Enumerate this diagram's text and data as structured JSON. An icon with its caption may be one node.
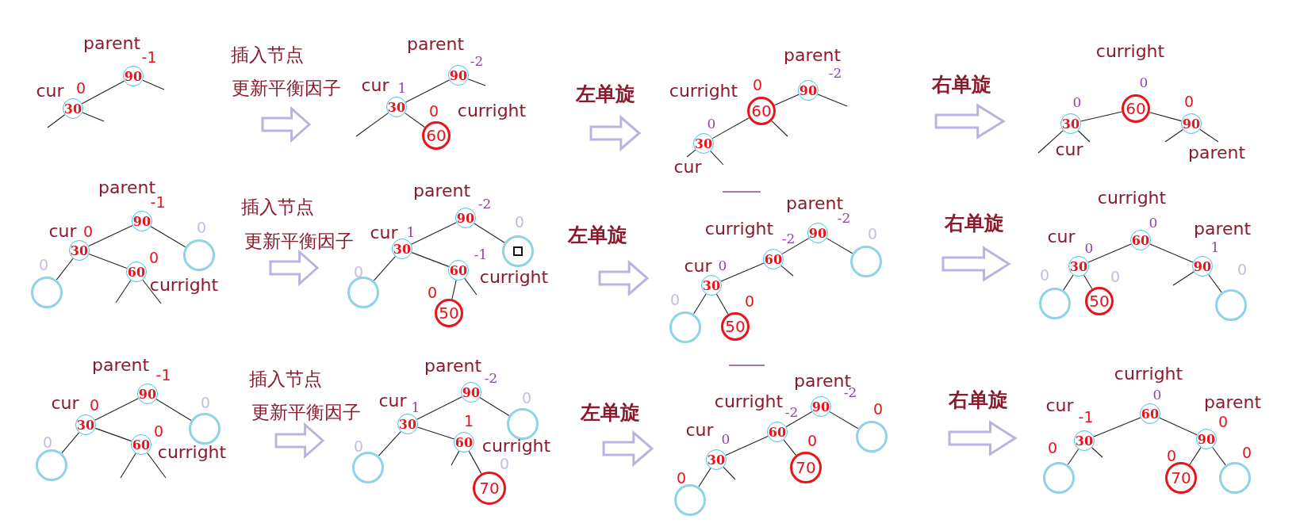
{
  "diagram": {
    "nodes": [
      {
        "text": [
          "90"
        ],
        "beside": [
          "parent",
          "-1"
        ]
      },
      {
        "text": [
          "30"
        ],
        "beside": [
          "cur",
          "0"
        ]
      },
      {
        "text": [
          "90"
        ],
        "beside": [
          "parent",
          "-2"
        ]
      },
      {
        "text": [
          "30"
        ],
        "beside": [
          "cur",
          "1"
        ]
      },
      {
        "text": [
          "60"
        ],
        "beside": [
          "0",
          "curright"
        ]
      },
      {
        "text": [
          "90"
        ],
        "beside": [
          "parent",
          "-2"
        ]
      },
      {
        "text": [
          "60"
        ],
        "beside": [
          "curright",
          "0"
        ]
      },
      {
        "text": [
          "30"
        ],
        "beside": [
          "0",
          "cur"
        ]
      },
      {
        "text": [
          "60"
        ],
        "beside": [
          "curright",
          "0"
        ]
      },
      {
        "text": [
          "30"
        ],
        "beside": [
          "0",
          "cur"
        ]
      },
      {
        "text": [
          "90"
        ],
        "beside": [
          "0",
          "parent"
        ]
      },
      {
        "text": [
          "90"
        ],
        "beside": [
          "parent",
          "-1"
        ]
      },
      {
        "text": [
          "30"
        ],
        "beside": [
          "cur",
          "0"
        ]
      },
      {
        "text": [],
        "shape": "circle",
        "beside": [
          "0"
        ]
      },
      {
        "text": [],
        "shape": "circle",
        "beside": [
          "0"
        ]
      },
      {
        "text": [
          "60"
        ],
        "beside": [
          "0",
          "curright"
        ]
      },
      {
        "text": [
          "90"
        ],
        "beside": [
          "parent",
          "-2"
        ]
      },
      {
        "text": [
          "30"
        ],
        "beside": [
          "cur",
          "1"
        ]
      },
      {
        "text": [],
        "shape": "circle",
        "beside": [
          "0"
        ]
      },
      {
        "text": [],
        "shape": "circle",
        "beside": [
          "0"
        ]
      },
      {
        "text": [
          "60"
        ],
        "beside": [
          "-1",
          "curright"
        ]
      },
      {
        "text": [
          "50"
        ],
        "beside": [
          "0"
        ]
      },
      {
        "text": [
          "90"
        ],
        "beside": [
          "parent",
          "-2"
        ]
      },
      {
        "text": [
          "60"
        ],
        "beside": [
          "curright",
          "-2"
        ]
      },
      {
        "text": [],
        "shape": "circle",
        "beside": [
          "0"
        ]
      },
      {
        "text": [
          "30"
        ],
        "beside": [
          "cur",
          "0"
        ]
      },
      {
        "text": [],
        "shape": "circle",
        "beside": [
          "0"
        ]
      },
      {
        "text": [
          "50"
        ],
        "beside": [
          "0"
        ]
      },
      {
        "text": [
          "60"
        ],
        "beside": [
          "curright",
          "0"
        ]
      },
      {
        "text": [
          "30"
        ],
        "beside": [
          "cur",
          "0"
        ]
      },
      {
        "text": [
          "90"
        ],
        "beside": [
          "parent",
          "1"
        ]
      },
      {
        "text": [],
        "shape": "circle",
        "beside": [
          "0"
        ]
      },
      {
        "text": [
          "50"
        ],
        "beside": [
          "0"
        ]
      },
      {
        "text": [],
        "shape": "circle",
        "beside": [
          "0"
        ]
      },
      {
        "text": [
          "90"
        ],
        "beside": [
          "parent",
          "-1"
        ]
      },
      {
        "text": [
          "30"
        ],
        "beside": [
          "cur",
          "0"
        ]
      },
      {
        "text": [],
        "shape": "circle",
        "beside": [
          "0"
        ]
      },
      {
        "text": [],
        "shape": "circle",
        "beside": [
          "0"
        ]
      },
      {
        "text": [
          "60"
        ],
        "beside": [
          "0",
          "curright"
        ]
      },
      {
        "text": [
          "90"
        ],
        "beside": [
          "parent",
          "-2"
        ]
      },
      {
        "text": [
          "30"
        ],
        "beside": [
          "cur",
          "1"
        ]
      },
      {
        "text": [],
        "shape": "circle",
        "beside": [
          "0"
        ]
      },
      {
        "text": [],
        "shape": "circle",
        "beside": [
          "0"
        ]
      },
      {
        "text": [
          "60"
        ],
        "beside": [
          "1",
          "curright"
        ]
      },
      {
        "text": [
          "70"
        ],
        "beside": [
          "0"
        ]
      },
      {
        "text": [
          "90"
        ],
        "beside": [
          "parent",
          "-2"
        ]
      },
      {
        "text": [
          "60"
        ],
        "beside": [
          "curright",
          "-2"
        ]
      },
      {
        "text": [],
        "shape": "circle",
        "beside": [
          "0"
        ]
      },
      {
        "text": [
          "30"
        ],
        "beside": [
          "cur",
          "0"
        ]
      },
      {
        "text": [
          "70"
        ],
        "beside": [
          "0"
        ]
      },
      {
        "text": [],
        "shape": "circle",
        "beside": [
          "0"
        ]
      },
      {
        "text": [
          "60"
        ],
        "beside": [
          "curright",
          "0"
        ]
      },
      {
        "text": [
          "30"
        ],
        "beside": [
          "cur",
          "-1"
        ]
      },
      {
        "text": [
          "90"
        ],
        "beside": [
          "parent",
          "0"
        ]
      },
      {
        "text": [],
        "shape": "circle",
        "beside": [
          "0"
        ]
      },
      {
        "text": [
          "70"
        ],
        "beside": [
          "0"
        ]
      },
      {
        "text": [],
        "shape": "circle",
        "beside": [
          "0"
        ]
      }
    ],
    "edges": [
      {
        "from": 0,
        "to": 1,
        "arrow": "none"
      },
      {
        "from": 0,
        "to": null,
        "arrow": "none"
      },
      {
        "from": 1,
        "to": null,
        "arrow": "none"
      },
      {
        "from": 1,
        "to": null,
        "arrow": "none"
      },
      {
        "from": 2,
        "to": 3,
        "arrow": "none"
      },
      {
        "from": 3,
        "to": 4,
        "arrow": "none"
      },
      {
        "from": 2,
        "to": null,
        "arrow": "none"
      },
      {
        "from": 3,
        "to": null,
        "arrow": "none"
      },
      {
        "from": 5,
        "to": 6,
        "arrow": "none"
      },
      {
        "from": 6,
        "to": 7,
        "arrow": "none"
      },
      {
        "from": 5,
        "to": null,
        "arrow": "none"
      },
      {
        "from": 6,
        "to": null,
        "arrow": "none"
      },
      {
        "from": 7,
        "to": null,
        "arrow": "none"
      },
      {
        "from": 7,
        "to": null,
        "arrow": "none"
      },
      {
        "from": 8,
        "to": 9,
        "arrow": "none"
      },
      {
        "from": 8,
        "to": 10,
        "arrow": "none"
      },
      {
        "from": 9,
        "to": null,
        "arrow": "none"
      },
      {
        "from": 9,
        "to": null,
        "arrow": "none"
      },
      {
        "from": 10,
        "to": null,
        "arrow": "none"
      },
      {
        "from": 10,
        "to": null,
        "arrow": "none"
      },
      {
        "from": 11,
        "to": 12,
        "arrow": "none"
      },
      {
        "from": 11,
        "to": 13,
        "arrow": "none"
      },
      {
        "from": 12,
        "to": 14,
        "arrow": "none"
      },
      {
        "from": 12,
        "to": 15,
        "arrow": "none"
      },
      {
        "from": 15,
        "to": null,
        "arrow": "none"
      },
      {
        "from": 15,
        "to": null,
        "arrow": "none"
      },
      {
        "from": 16,
        "to": 17,
        "arrow": "none"
      },
      {
        "from": 16,
        "to": 18,
        "arrow": "none"
      },
      {
        "from": 17,
        "to": 19,
        "arrow": "none"
      },
      {
        "from": 17,
        "to": 20,
        "arrow": "none"
      },
      {
        "from": 20,
        "to": 21,
        "arrow": "none"
      },
      {
        "from": 20,
        "to": null,
        "arrow": "none"
      },
      {
        "from": 22,
        "to": 23,
        "arrow": "none"
      },
      {
        "from": 22,
        "to": 24,
        "arrow": "none"
      },
      {
        "from": 23,
        "to": 25,
        "arrow": "none"
      },
      {
        "from": 25,
        "to": 26,
        "arrow": "none"
      },
      {
        "from": 25,
        "to": 27,
        "arrow": "none"
      },
      {
        "from": 23,
        "to": null,
        "arrow": "none"
      },
      {
        "from": 28,
        "to": 29,
        "arrow": "none"
      },
      {
        "from": 28,
        "to": 30,
        "arrow": "none"
      },
      {
        "from": 29,
        "to": 31,
        "arrow": "none"
      },
      {
        "from": 29,
        "to": 32,
        "arrow": "none"
      },
      {
        "from": 30,
        "to": null,
        "arrow": "none"
      },
      {
        "from": 30,
        "to": 33,
        "arrow": "none"
      },
      {
        "from": 34,
        "to": 35,
        "arrow": "none"
      },
      {
        "from": 34,
        "to": 36,
        "arrow": "none"
      },
      {
        "from": 35,
        "to": 37,
        "arrow": "none"
      },
      {
        "from": 35,
        "to": 38,
        "arrow": "none"
      },
      {
        "from": 38,
        "to": null,
        "arrow": "none"
      },
      {
        "from": 38,
        "to": null,
        "arrow": "none"
      },
      {
        "from": 39,
        "to": 40,
        "arrow": "none"
      },
      {
        "from": 39,
        "to": 41,
        "arrow": "none"
      },
      {
        "from": 40,
        "to": 42,
        "arrow": "none"
      },
      {
        "from": 40,
        "to": 43,
        "arrow": "none"
      },
      {
        "from": 43,
        "to": 44,
        "arrow": "none"
      },
      {
        "from": 43,
        "to": null,
        "arrow": "none"
      },
      {
        "from": 45,
        "to": 46,
        "arrow": "none"
      },
      {
        "from": 45,
        "to": 47,
        "arrow": "none"
      },
      {
        "from": 46,
        "to": 48,
        "arrow": "none"
      },
      {
        "from": 46,
        "to": 49,
        "arrow": "none"
      },
      {
        "from": 48,
        "to": 50,
        "arrow": "none"
      },
      {
        "from": 48,
        "to": null,
        "arrow": "none"
      },
      {
        "from": 51,
        "to": 52,
        "arrow": "none"
      },
      {
        "from": 51,
        "to": 53,
        "arrow": "none"
      },
      {
        "from": 52,
        "to": 54,
        "arrow": "none"
      },
      {
        "from": 52,
        "to": null,
        "arrow": "none"
      },
      {
        "from": 53,
        "to": 55,
        "arrow": "none"
      },
      {
        "from": 53,
        "to": 56,
        "arrow": "none"
      }
    ],
    "labels": [
      "插入节点",
      "更新平衡因子",
      "左单旋",
      "右单旋",
      "插入节点",
      "更新平衡因子",
      "左单旋",
      "右单旋",
      "插入节点",
      "更新平衡因子",
      "左单旋",
      "右单旋"
    ]
  }
}
